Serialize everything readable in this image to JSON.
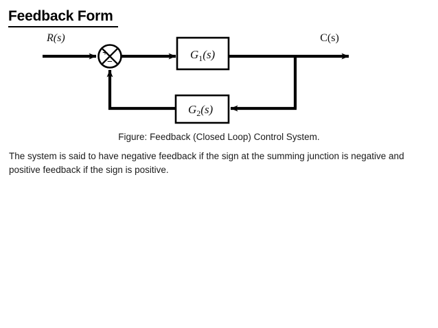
{
  "slide": {
    "title": "Feedback Form",
    "caption": "Figure:  Feedback (Closed Loop) Control System.",
    "body": "The system is said to have negative feedback if the sign at the summing junction is negative and positive feedback if the sign is positive.",
    "background_color": "#ffffff",
    "ink_color": "#000000"
  },
  "diagram": {
    "name": "feedback-closed-loop-control-system",
    "type": "block-diagram",
    "input_label": "R(s)",
    "output_label": "C(s)",
    "summing_junction": {
      "name": "summing-junction",
      "positive_sign": "+",
      "negative_sign": "−",
      "style": "circle-with-x"
    },
    "blocks": [
      {
        "name": "forward-path-block",
        "label_main": "G",
        "label_sub": "1",
        "label_arg": "(s)",
        "label_full": "G₁(s)"
      },
      {
        "name": "feedback-path-block",
        "label_main": "G",
        "label_sub": "2",
        "label_arg": "(s)",
        "label_full": "G₂(s)"
      }
    ],
    "signals": [
      {
        "name": "input-signal-arrow",
        "from": "R(s)",
        "to": "summing-junction"
      },
      {
        "name": "error-signal-arrow",
        "from": "summing-junction",
        "to": "G1"
      },
      {
        "name": "output-signal-arrow",
        "from": "G1",
        "to": "C(s)"
      },
      {
        "name": "takeoff-branch",
        "from": "output-node",
        "to": "G2"
      },
      {
        "name": "feedback-signal-arrow",
        "from": "G2",
        "to": "summing-junction"
      }
    ]
  }
}
